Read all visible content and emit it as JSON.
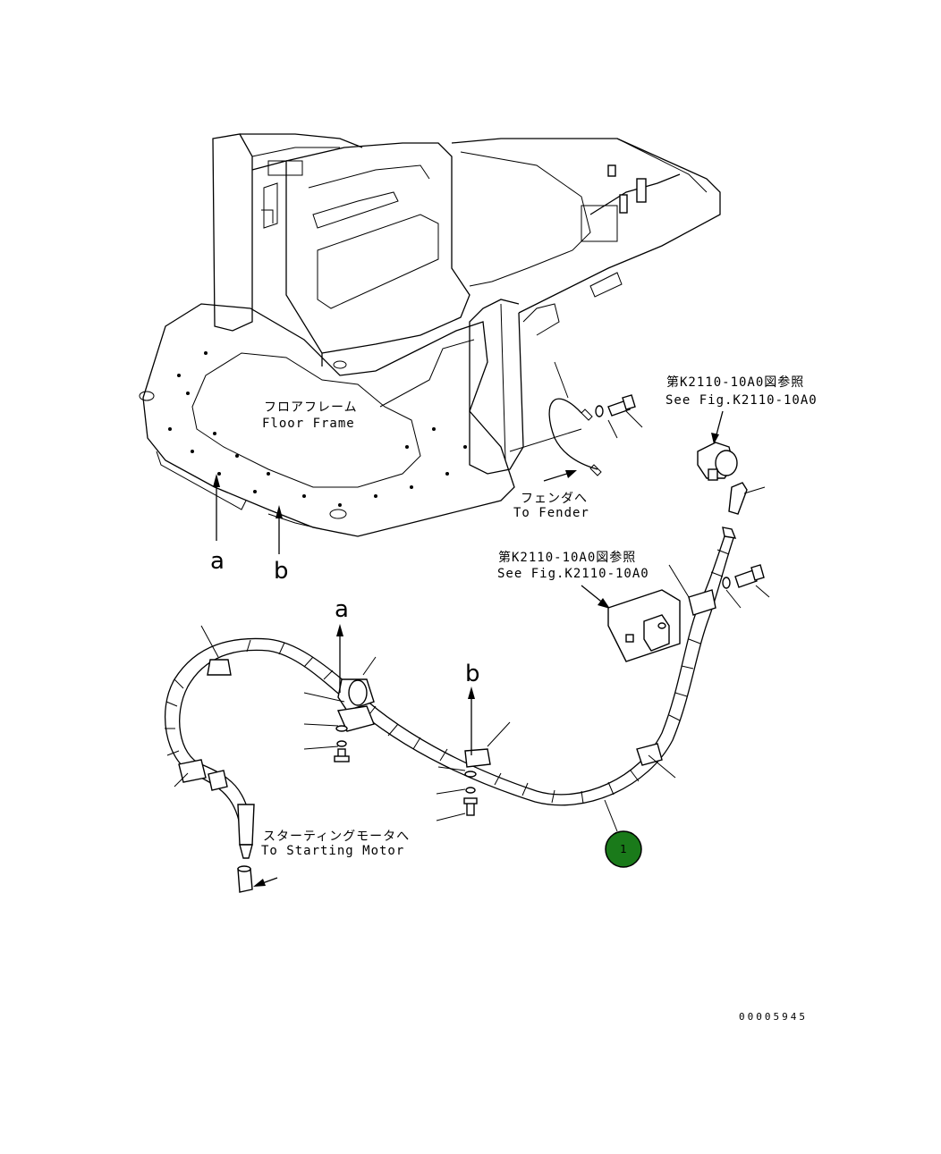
{
  "labels": {
    "floor_frame_jp": "フロアフレーム",
    "floor_frame_en": "Floor Frame",
    "fender_jp": "フェンダへ",
    "fender_en": "To Fender",
    "see_fig_jp_1": "第K2110-10A0図参照",
    "see_fig_en_1": "See Fig.K2110-10A0",
    "see_fig_jp_2": "第K2110-10A0図参照",
    "see_fig_en_2": "See Fig.K2110-10A0",
    "starting_motor_jp": "スターティングモータへ",
    "starting_motor_en": "To Starting Motor",
    "arrow_a_top": "a",
    "arrow_b_top": "b",
    "arrow_a_bottom": "a",
    "arrow_b_bottom": "b",
    "drawing_number": "00005945"
  },
  "callouts": [
    {
      "number": "1",
      "color": "#1a7a1a"
    }
  ]
}
